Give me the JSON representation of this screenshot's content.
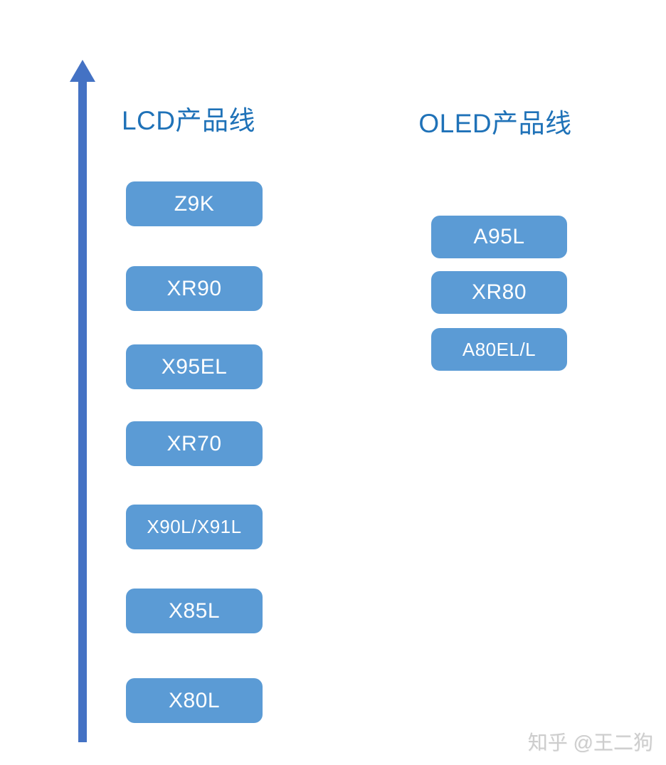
{
  "diagram": {
    "type": "product-line positioning diagram",
    "axis": {
      "icon": "up-arrow-icon",
      "meaning": "vertical tier axis, higher = higher-end model"
    },
    "columns": [
      {
        "id": "lcd",
        "title": "LCD产品线",
        "items": [
          {
            "label": "Z9K"
          },
          {
            "label": "XR90"
          },
          {
            "label": "X95EL"
          },
          {
            "label": "XR70"
          },
          {
            "label": "X90L/X91L"
          },
          {
            "label": "X85L"
          },
          {
            "label": "X80L"
          }
        ]
      },
      {
        "id": "oled",
        "title": "OLED产品线",
        "items": [
          {
            "label": "A95L"
          },
          {
            "label": "XR80"
          },
          {
            "label": "A80EL/L"
          }
        ]
      }
    ],
    "watermark": "知乎 @王二狗"
  },
  "colors": {
    "box": "#5B9BD5",
    "arrow": "#4472C4",
    "title": "#1F72B8",
    "watermark": "#CDCDCD",
    "box_text": "#FFFFFF",
    "background": "#FFFFFF"
  }
}
